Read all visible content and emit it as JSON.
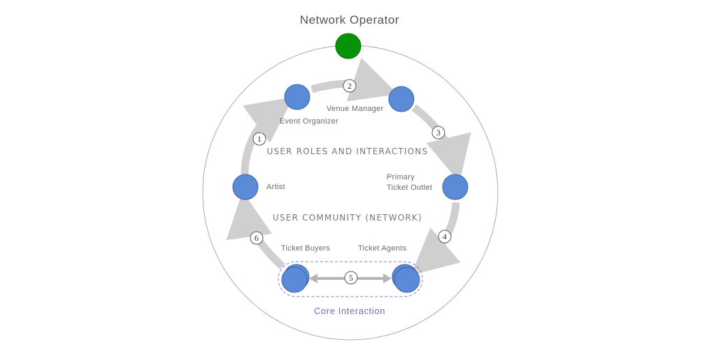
{
  "title": "Network Operator",
  "headings": {
    "roles": "USER ROLES AND INTERACTIONS",
    "community": "USER COMMUNITY (NETWORK)"
  },
  "roles": {
    "event_organizer": "Event Organizer",
    "venue_manager": "Venue Manager",
    "primary_outlet_line1": "Primary",
    "primary_outlet_line2": "Ticket Outlet",
    "artist": "Artist",
    "ticket_buyers": "Ticket Buyers",
    "ticket_agents": "Ticket Agents"
  },
  "steps": [
    "1",
    "2",
    "3",
    "4",
    "5",
    "6"
  ],
  "core_label": "Core Interaction",
  "colors": {
    "operator": "#079307",
    "node": "#5b8bd6",
    "node_stroke": "#3a63a8",
    "flow": "#cfcfcf",
    "core_border": "#7e7ec8",
    "core_text": "#6a6fbe"
  }
}
